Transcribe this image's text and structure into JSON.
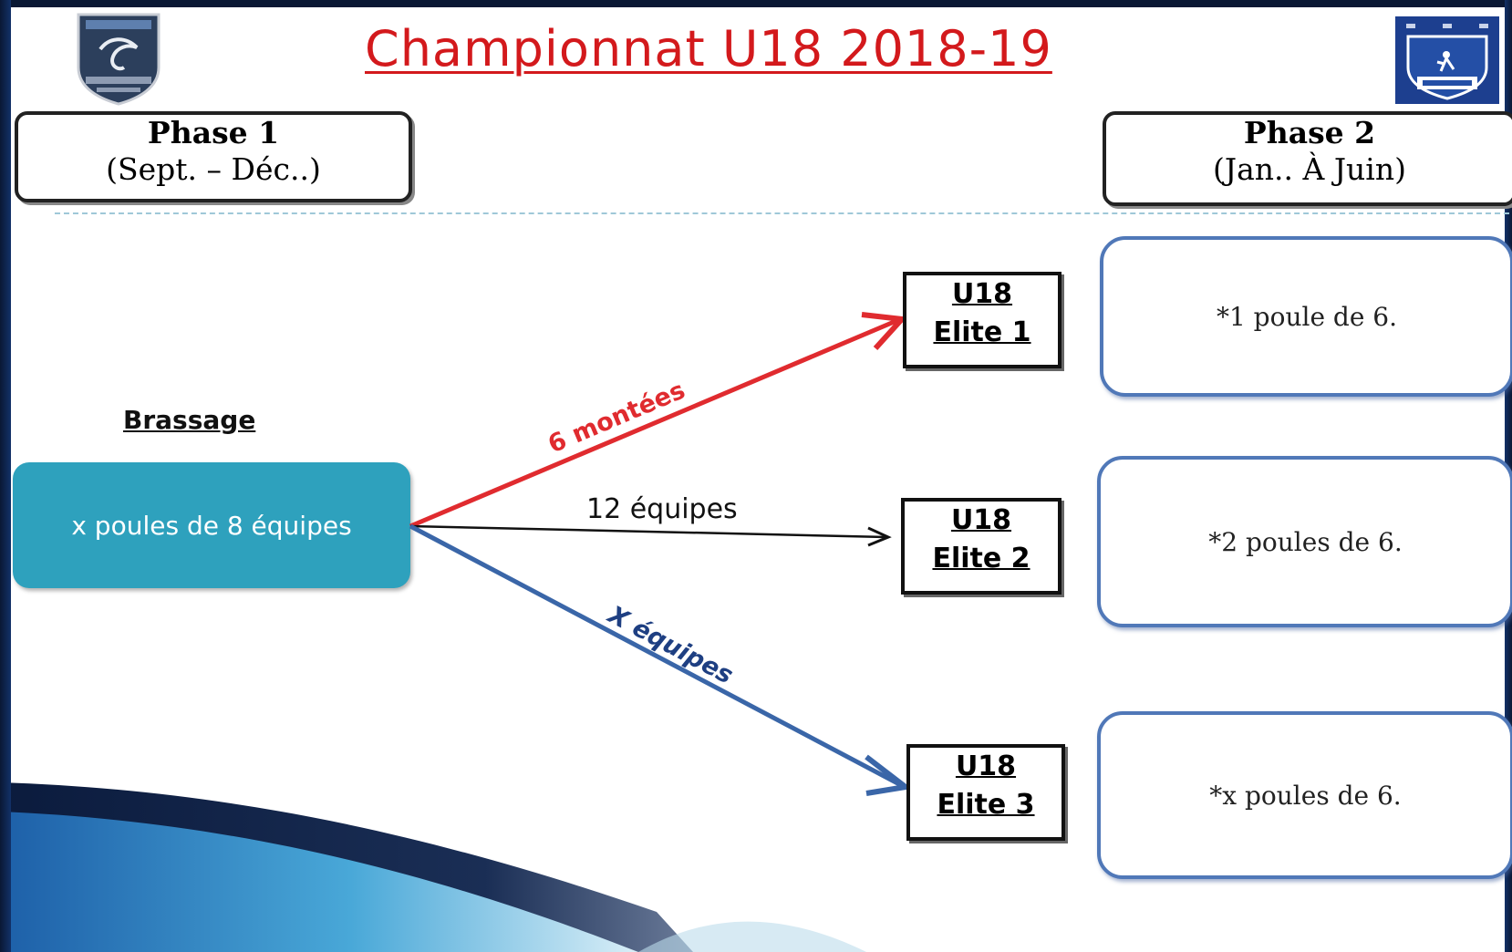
{
  "title": "Championnat U18 2018-19",
  "phase1": {
    "title": "Phase 1",
    "subtitle": "(Sept. – Déc..)"
  },
  "phase2": {
    "title": "Phase 2",
    "subtitle": "(Jan.. À Juin)"
  },
  "brassage_label": "Brassage",
  "pool_box": "x poules de 8 équipes",
  "arrows": {
    "top_label": "6 montées",
    "middle_label": "12 équipes",
    "bottom_label": "X équipes"
  },
  "elites": [
    {
      "line1": "U18",
      "line2": "Elite 1"
    },
    {
      "line1": "U18",
      "line2": "Elite 2"
    },
    {
      "line1": "U18",
      "line2": "Elite 3"
    }
  ],
  "phase2_boxes": [
    "*1 poule de 6.",
    "*2 poules de 6.",
    "*x poules de 6."
  ],
  "colors": {
    "title": "#d3191c",
    "arrow_red": "#e02b2f",
    "arrow_blue": "#3a66a8",
    "pool_fill": "#2ea1bd",
    "box_border": "#5078b8"
  },
  "icons": {
    "left_logo": "district-fff-shield-icon",
    "right_logo": "fff-lfa-logo-icon"
  }
}
